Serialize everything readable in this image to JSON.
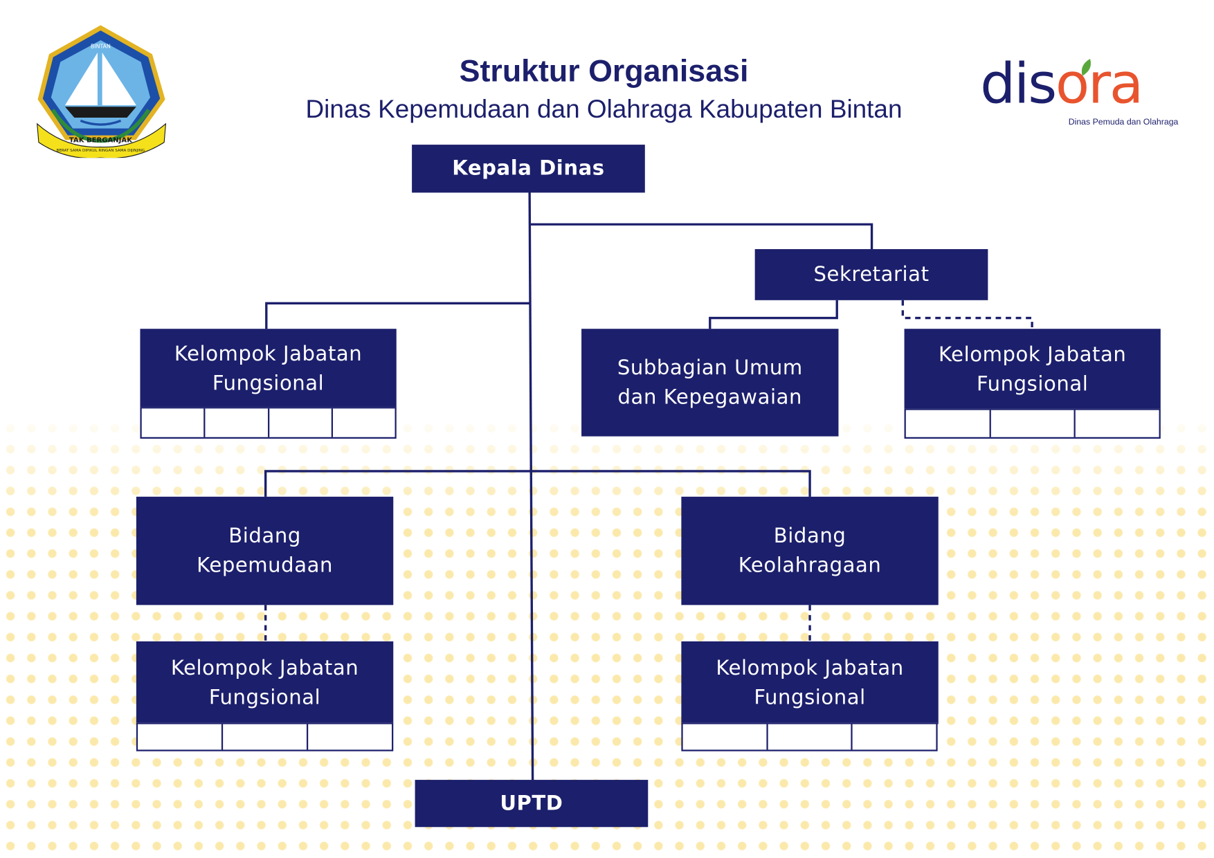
{
  "header": {
    "title": "Struktur Organisasi",
    "subtitle": "Dinas Kepemudaan dan Olahraga Kabupaten Bintan"
  },
  "emblem": {
    "top_text": "BINTAN",
    "banner_text": "TAK BERGANJAK",
    "motto": "BERAT SAMA DIPIKUL RINGAN SAMA DIJINJING"
  },
  "logo": {
    "wordmark_left": "dis",
    "wordmark_right": "ora",
    "tagline": "Dinas Pemuda dan Olahraga"
  },
  "org": {
    "kepala_dinas": "Kepala Dinas",
    "sekretariat": "Sekretariat",
    "kjf_top_left": {
      "line1": "Kelompok Jabatan",
      "line2": "Fungsional"
    },
    "subbagian": {
      "line1": "Subbagian Umum",
      "line2": "dan Kepegawaian"
    },
    "kjf_top_right": {
      "line1": "Kelompok Jabatan",
      "line2": "Fungsional"
    },
    "bidang_kepemudaan": {
      "line1": "Bidang",
      "line2": "Kepemudaan"
    },
    "bidang_keolahragaan": {
      "line1": "Bidang",
      "line2": "Keolahragaan"
    },
    "kjf_bottom_left": {
      "line1": "Kelompok Jabatan",
      "line2": "Fungsional"
    },
    "kjf_bottom_right": {
      "line1": "Kelompok Jabatan",
      "line2": "Fungsional"
    },
    "uptd": "UPTD"
  },
  "colors": {
    "navy": "#1c1f6b",
    "dots": "#fbe7a3",
    "logo_orange": "#e8542e",
    "logo_green": "#5aa83c"
  }
}
